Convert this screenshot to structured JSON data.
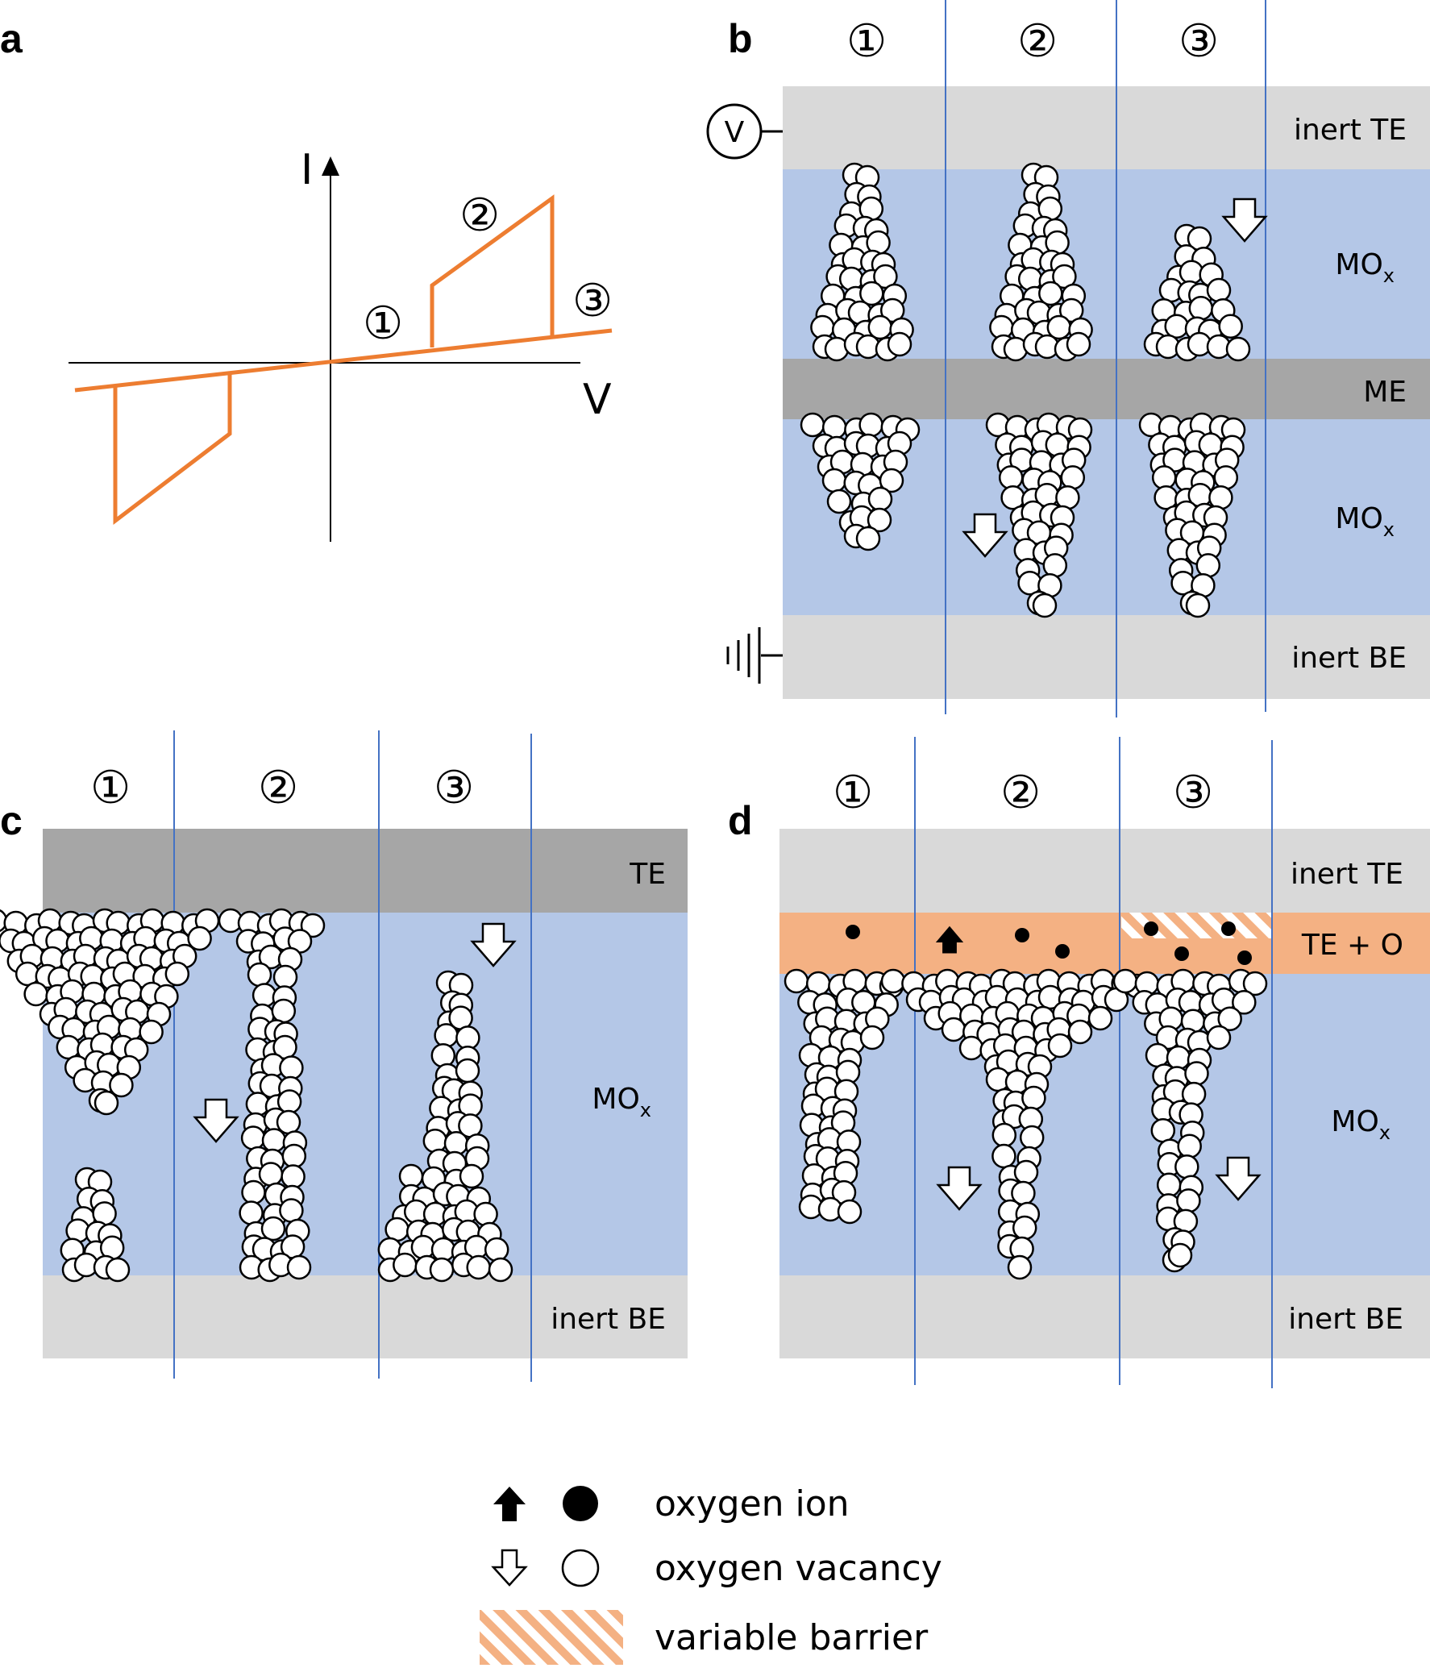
{
  "panels": {
    "a": {
      "letter": "a",
      "y_axis": "I",
      "x_axis": "V",
      "steps": [
        "①",
        "②",
        "③"
      ]
    },
    "b": {
      "letter": "b",
      "steps": [
        "①",
        "②",
        "③"
      ],
      "layers": [
        "inert TE",
        "MO",
        "ME",
        "MO",
        "inert BE"
      ],
      "subscript": "x",
      "voltage_symbol": "V"
    },
    "c": {
      "letter": "c",
      "steps": [
        "①",
        "②",
        "③"
      ],
      "layers": [
        "TE",
        "MO",
        "inert BE"
      ],
      "subscript": "x"
    },
    "d": {
      "letter": "d",
      "steps": [
        "①",
        "②",
        "③"
      ],
      "layers": [
        "inert TE",
        "TE + O",
        "MO",
        "inert BE"
      ],
      "subscript": "x"
    }
  },
  "legend": {
    "ion": "oxygen ion",
    "vacancy": "oxygen vacancy",
    "barrier": "variable barrier"
  },
  "colors": {
    "inert_electrode": "#d9d9d9",
    "active_electrode": "#a6a6a6",
    "oxide": "#b4c7e7",
    "oxidized_te": "#f4b183",
    "curve": "#ed7d31",
    "divider": "#4472c4"
  }
}
